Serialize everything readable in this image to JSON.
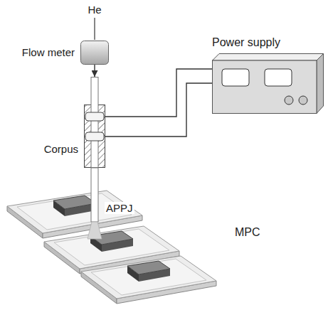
{
  "diagram": {
    "nodes": [
      {
        "text": [
          "Flow meter"
        ]
      },
      {
        "text": [
          "Power supply"
        ]
      },
      {
        "text": [
          "Corpus"
        ]
      }
    ],
    "edges": [
      {
        "from": 0,
        "to": 2,
        "arrow": "to"
      },
      {
        "from": 1,
        "to": 2,
        "arrow": "none"
      },
      {
        "from": 1,
        "to": 2,
        "arrow": "none"
      }
    ],
    "labels": [
      "He",
      "APPJ",
      "MPC"
    ]
  }
}
